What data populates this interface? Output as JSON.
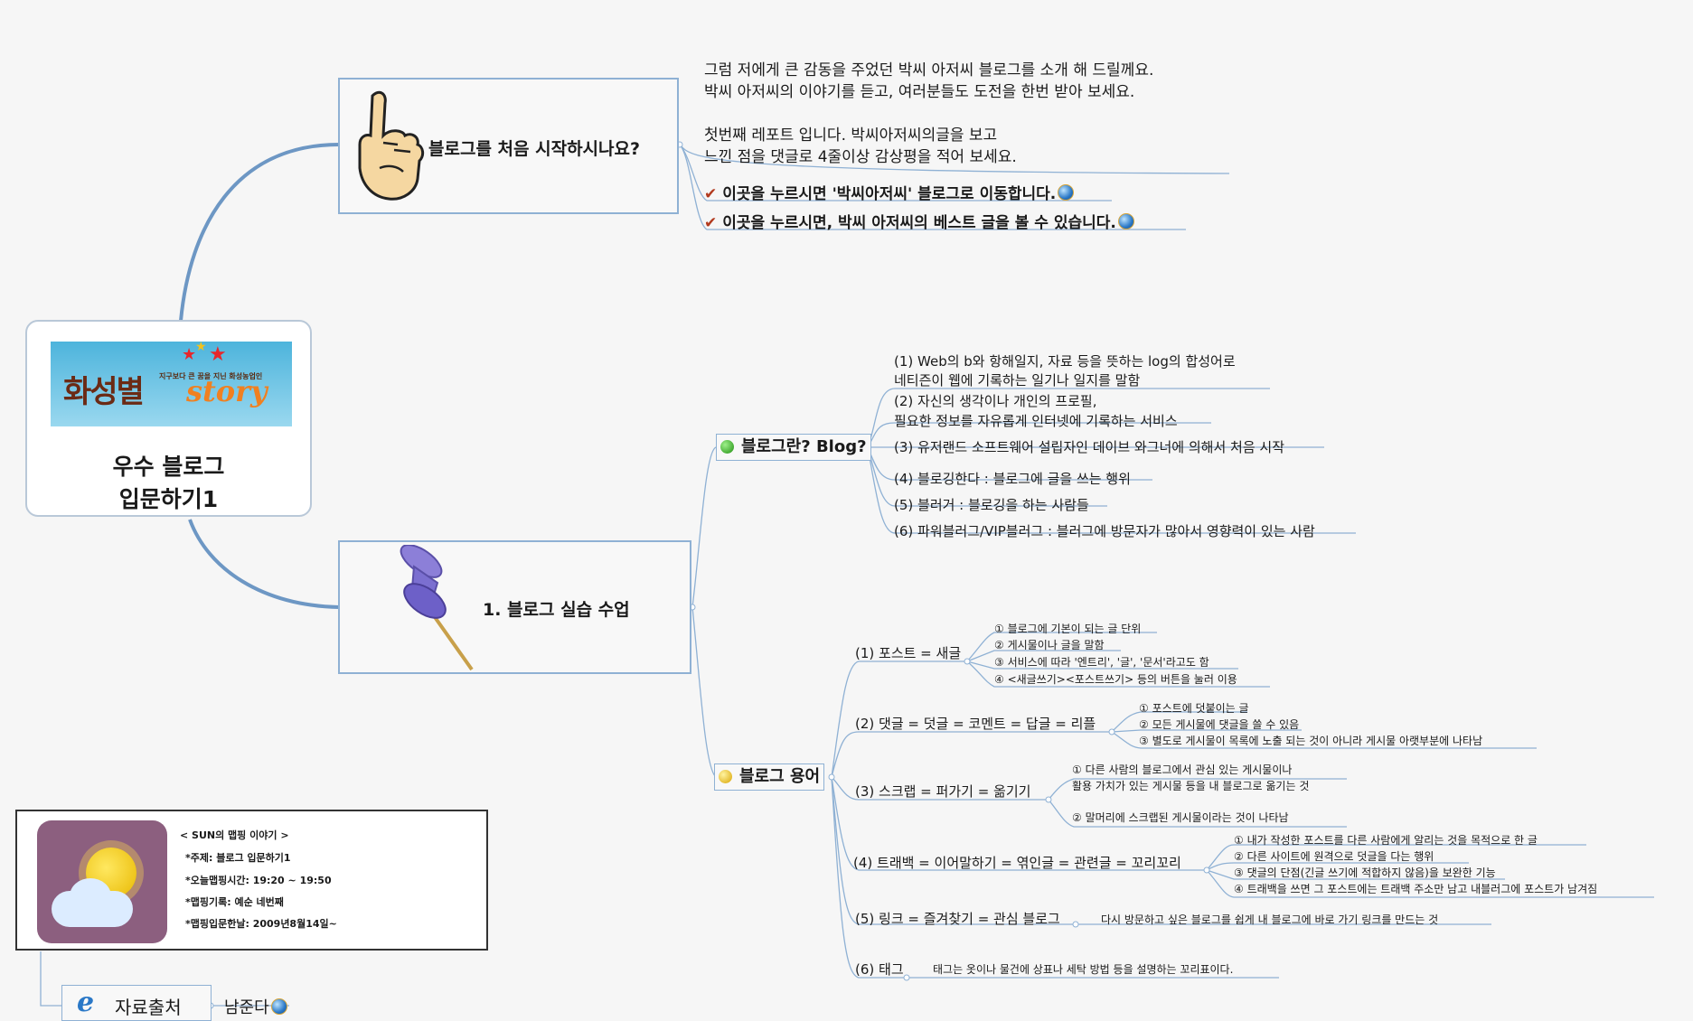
{
  "root": {
    "logo_text": "화성별",
    "logo_script": "story",
    "logo_tagline": "지구보다 큰 꿈을 지닌 화성농업인",
    "title_line1": "우수 블로그",
    "title_line2": "입문하기1"
  },
  "branch1": {
    "title": "블로그를 처음 시작하시나요?",
    "note_lines": [
      "그럼 저에게 큰 감동을 주었던 박씨 아저씨 블로그를 소개 해 드릴께요.",
      "박씨 아저씨의 이야기를 듣고, 여러분들도 도전을 한번 받아 보세요.",
      "",
      "첫번째 레포트 입니다. 박씨아저씨의글을 보고",
      "느낀 점을 댓글로 4줄이상 감상평을 적어 보세요."
    ],
    "links": [
      "이곳을 누르시면 '박씨아저씨' 블로그로 이동합니다.",
      "이곳을 누르시면, 박씨 아저씨의 베스트 글을 볼 수 있습니다."
    ]
  },
  "branch2": {
    "title": "1. 블로그 실습 수업",
    "blog": {
      "title": "블로그란? Blog?",
      "items": [
        "(1) Web의 b와 항해일지, 자료 등을 뜻하는 log의 합성어로",
        "네티즌이 웹에 기록하는 일기나 일지를 말함",
        "(2) 자신의 생각이나 개인의 프로필,",
        "필요한 정보를 자유롭게 인터넷에 기록하는 서비스",
        "(3) 유저랜드 소프트웨어 설립자인 데이브 와그너에 의해서 처음 시작",
        "(4) 블로깅한다 : 블로그에 글을 쓰는 행위",
        "(5) 블러거 : 블로깅을 하는 사람들",
        "(6) 파워블러그/VIP블러그 : 블러그에 방문자가 많아서 영향력이 있는 사람"
      ]
    },
    "terms": {
      "title": "블로그 용어",
      "items": [
        {
          "label": "(1) 포스트 = 새글",
          "subs": [
            "① 블로그에 기본이 되는 글 단위",
            "② 게시물이나 글을 말함",
            "③ 서비스에 따라 '엔트리', '글', '문서'라고도 함",
            "④ <새글쓰기><포스트쓰기> 등의 버튼을 눌러 이용"
          ]
        },
        {
          "label": "(2) 댓글 = 덧글 = 코멘트 = 답글 = 리플",
          "subs": [
            "① 포스트에 덧붙이는 글",
            "② 모든 게시물에 댓글을 쓸 수 있음",
            "③ 별도로 게시물이 목록에 노출 되는 것이 아니라 게시물 아랫부분에 나타남"
          ]
        },
        {
          "label": "(3) 스크랩 = 퍼가기 = 옮기기",
          "subs": [
            "① 다른 사람의 블로그에서 관심 있는 게시물이나",
            "활용 가치가 있는 게시물 등을 내 블로그로 옮기는 것",
            "② 말머리에 스크랩된 게시물이라는 것이 나타남"
          ]
        },
        {
          "label": "(4) 트래백 = 이어말하기 = 엮인글 = 관련글 = 꼬리꼬리",
          "subs": [
            "① 내가 작성한 포스트를 다른 사람에게 알리는 것을 목적으로 한 글",
            "② 다른 사이트에 원격으로 덧글을 다는 행위",
            "③ 댓글의 단점(긴글 쓰기에 적합하지 않음)을 보완한 기능",
            "④ 트래백을 쓰면 그 포스트에는 트래백 주소만 남고 내블러그에 포스트가 남겨짐"
          ]
        },
        {
          "label": "(5) 링크 = 즐겨찾기 = 관심 블로그",
          "subs": [
            "다시 방문하고 싶은 블로그를 쉽게 내 블로그에 바로 가기 링크를 만드는 것"
          ]
        },
        {
          "label": "(6) 태그",
          "subs": [
            "태그는 옷이나 물건에 상표나 세탁 방법 등을 설명하는 꼬리표이다."
          ]
        }
      ]
    }
  },
  "info_card": {
    "header": "< SUN의 맵핑 이야기 >",
    "lines": [
      "*주제: 블로그 입문하기1",
      "*오늘맵핑시간: 19:20 ~ 19:50",
      "*맵핑기록: 예순 네번째",
      "*맵핑입문한날: 2009년8월14일~"
    ]
  },
  "source": {
    "label": "자료출처",
    "value": "남준다"
  },
  "colors": {
    "line": "#6d97c4",
    "box_border": "#8fb1d4",
    "check": "#b23a1e"
  }
}
